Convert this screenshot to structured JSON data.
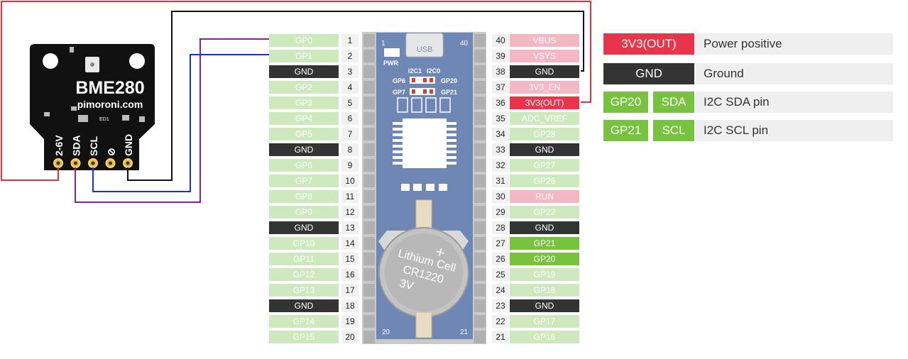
{
  "sensor": {
    "name": "BME280",
    "brand": "pimoroni.com",
    "pins": [
      "2-6V",
      "SDA",
      "SCL",
      "⊘",
      "GND"
    ],
    "chip_label": "ED1"
  },
  "board": {
    "usb_label": "USB",
    "pwr_label": "PWR",
    "pin1_label": "1",
    "pin40_label": "40",
    "pin20_label": "20",
    "pin21_label": "21",
    "i2c_labels": [
      "I2C1",
      "I2C0"
    ],
    "jumper_labels": [
      "GP6",
      "GP7",
      "GP20",
      "GP21"
    ],
    "battery_text": [
      "Lithium Cell",
      "CR1220",
      "3V"
    ]
  },
  "left_pins": [
    {
      "num": "1",
      "label": "GP0",
      "kind": "gp"
    },
    {
      "num": "2",
      "label": "GP1",
      "kind": "gp"
    },
    {
      "num": "3",
      "label": "GND",
      "kind": "gnd"
    },
    {
      "num": "4",
      "label": "GP2",
      "kind": "gp"
    },
    {
      "num": "5",
      "label": "GP3",
      "kind": "gp"
    },
    {
      "num": "6",
      "label": "GP4",
      "kind": "gp"
    },
    {
      "num": "7",
      "label": "GP5",
      "kind": "gp"
    },
    {
      "num": "8",
      "label": "GND",
      "kind": "gnd"
    },
    {
      "num": "9",
      "label": "GP6",
      "kind": "gp"
    },
    {
      "num": "10",
      "label": "GP7",
      "kind": "gp"
    },
    {
      "num": "11",
      "label": "GP8",
      "kind": "gp"
    },
    {
      "num": "12",
      "label": "GP9",
      "kind": "gp"
    },
    {
      "num": "13",
      "label": "GND",
      "kind": "gnd"
    },
    {
      "num": "14",
      "label": "GP10",
      "kind": "gp"
    },
    {
      "num": "15",
      "label": "GP11",
      "kind": "gp"
    },
    {
      "num": "16",
      "label": "GP12",
      "kind": "gp"
    },
    {
      "num": "17",
      "label": "GP13",
      "kind": "gp"
    },
    {
      "num": "18",
      "label": "GND",
      "kind": "gnd"
    },
    {
      "num": "19",
      "label": "GP14",
      "kind": "gp"
    },
    {
      "num": "20",
      "label": "GP15",
      "kind": "gp"
    }
  ],
  "right_pins": [
    {
      "num": "40",
      "label": "VBUS",
      "kind": "pwr"
    },
    {
      "num": "39",
      "label": "VSYS",
      "kind": "pwr"
    },
    {
      "num": "38",
      "label": "GND",
      "kind": "gnd"
    },
    {
      "num": "37",
      "label": "3V3_EN",
      "kind": "pwr"
    },
    {
      "num": "36",
      "label": "3V3(OUT)",
      "kind": "out"
    },
    {
      "num": "35",
      "label": "ADC_VREF",
      "kind": "gp"
    },
    {
      "num": "34",
      "label": "GP28",
      "kind": "gp"
    },
    {
      "num": "33",
      "label": "GND",
      "kind": "gnd"
    },
    {
      "num": "32",
      "label": "GP27",
      "kind": "gp"
    },
    {
      "num": "31",
      "label": "GP26",
      "kind": "gp"
    },
    {
      "num": "30",
      "label": "RUN",
      "kind": "pwr"
    },
    {
      "num": "29",
      "label": "GP22",
      "kind": "gp"
    },
    {
      "num": "28",
      "label": "GND",
      "kind": "gnd"
    },
    {
      "num": "27",
      "label": "GP21",
      "kind": "act"
    },
    {
      "num": "26",
      "label": "GP20",
      "kind": "act"
    },
    {
      "num": "25",
      "label": "GP19",
      "kind": "gp"
    },
    {
      "num": "24",
      "label": "GP18",
      "kind": "gp"
    },
    {
      "num": "23",
      "label": "GND",
      "kind": "gnd"
    },
    {
      "num": "22",
      "label": "GP17",
      "kind": "gp"
    },
    {
      "num": "21",
      "label": "GP16",
      "kind": "gp"
    }
  ],
  "legend": [
    {
      "tags": [
        {
          "text": "3V3(OUT)",
          "kind": "out"
        }
      ],
      "desc": "Power positive"
    },
    {
      "tags": [
        {
          "text": "GND",
          "kind": "gnd"
        }
      ],
      "desc": "Ground"
    },
    {
      "tags": [
        {
          "text": "GP20",
          "kind": "act"
        },
        {
          "text": "SDA",
          "kind": "act"
        }
      ],
      "desc": "I2C SDA pin"
    },
    {
      "tags": [
        {
          "text": "GP21",
          "kind": "act"
        },
        {
          "text": "SCL",
          "kind": "act"
        }
      ],
      "desc": "I2C SCL pin"
    }
  ],
  "colors": {
    "vcc_wire": "#e8303c",
    "gnd_wire": "#111111",
    "sda_wire": "#8e1e9e",
    "scl_wire": "#1a2fd6",
    "gp_pin": "#cfe9bf",
    "active_pin": "#77c340",
    "power_pin": "#f4b8c5",
    "vout_pin": "#e8354b",
    "gnd_pin": "#333333",
    "board": "#6d86b3",
    "sensor_pcb": "#111111"
  }
}
